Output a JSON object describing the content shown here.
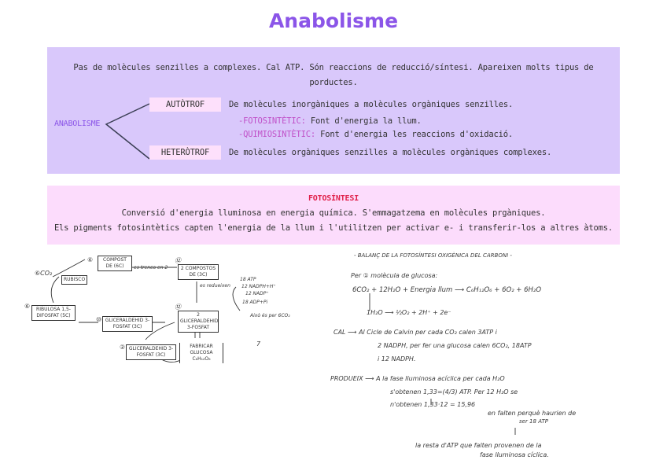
{
  "title": "Anabolisme",
  "anabolisme_box": {
    "intro": "Pas de molècules senzilles a complexes. Cal ATP. Són reaccions de reducció/síntesi. Apareixen molts tipus de porductes.",
    "root_label": "ANABOLISME",
    "branches": [
      {
        "label": "AUTÒTROF",
        "text": "De molècules inorgàniques a molècules orgàniques senzilles."
      },
      {
        "label": "HETERÒTROF",
        "text": "De molècules orgàniques senzilles a molècules orgàniques complexes."
      }
    ],
    "subtypes": [
      {
        "name": "-FOTOSINTÈTIC:",
        "text": "Font d'energia la llum."
      },
      {
        "name": "-QUIMIOSINTÈTIC:",
        "text": "Font d'energia les reaccions d'oxidació."
      }
    ]
  },
  "fotosintesi_box": {
    "heading": "FOTOSÍNTESI",
    "lines": [
      "Conversió d'energia lluminosa en energia química. S'emmagatzema en molècules prgàniques.",
      "Els pigments fotosintètics capten l'energia de la llum i l'utilitzen per activar e- i transferir-los a altres àtoms."
    ]
  },
  "handwritten": {
    "calvin_cycle": {
      "co2": "⑥CO₂",
      "rubisco": "RUBISCO",
      "compost": "COMPOST DE (6C)",
      "step6": "⑥",
      "trenca": "es trenca en 2",
      "compostos": "2 COMPOSTOS DE (3C)",
      "step12a": "⑫",
      "redueixen": "es redueixen",
      "atp": "18 ATP",
      "nadph": "12 NADPH+H⁺",
      "nadp": "12 NADP⁺",
      "adp": "18 ADP+Pi",
      "aixo": "Això és per 6CO₂",
      "gliceraldehid_2": "2 GLICERALDEHID 3-FOSFAT",
      "step12b": "⑫",
      "gliceraldehid_10": "GLICERALDEHID 3-FOSFAT (3C)",
      "step10": "⑩",
      "ribulosa": "RIBULOSA 1,5-DIFOSFAT (5C)",
      "step6b": "⑥",
      "gliceraldehid_2b": "GLICERALDEHID 3-FOSFAT (3C)",
      "step2": "②",
      "fabricar": "FABRICAR GLUCOSA C₆H₁₂O₆",
      "note7": "7"
    },
    "balance": [
      "- BALANÇ DE LA FOTOSÍNTESI OXIGÈNICA DEL CARBONI -",
      "Per ① molècula de glucosa:",
      "6CO₂ + 12H₂O + Energia llum ⟶ C₆H₁₂O₆ + 6O₂ + 6H₂O",
      "1H₂O ⟶ ½O₂ + 2H⁺ + 2e⁻",
      "CAL ⟶ Al Cicle de Calvin per cada CO₂ calen 3ATP i",
      "2 NADPH, per fer una glucosa calen 6CO₂, 18ATP",
      "i 12 NADPH.",
      "PRODUEIX ⟶ A la fase lluminosa acíclica per cada H₂O",
      "s'obtenen 1,33=(4/3) ATP. Per 12 H₂O se",
      "n'obtenen 1,33·12 = 15,96",
      "en falten perquè haurien de",
      "ser 18 ATP",
      "la resta d'ATP que falten provenen de la",
      "fase lluminosa cíclica."
    ]
  },
  "colors": {
    "title": "#8b55e8",
    "purple_box": "#d9c8fb",
    "pink_box": "#fcdcfc",
    "label_bg": "#fde0fb",
    "subtype": "#c050c8",
    "heading_red": "#e0204a"
  }
}
